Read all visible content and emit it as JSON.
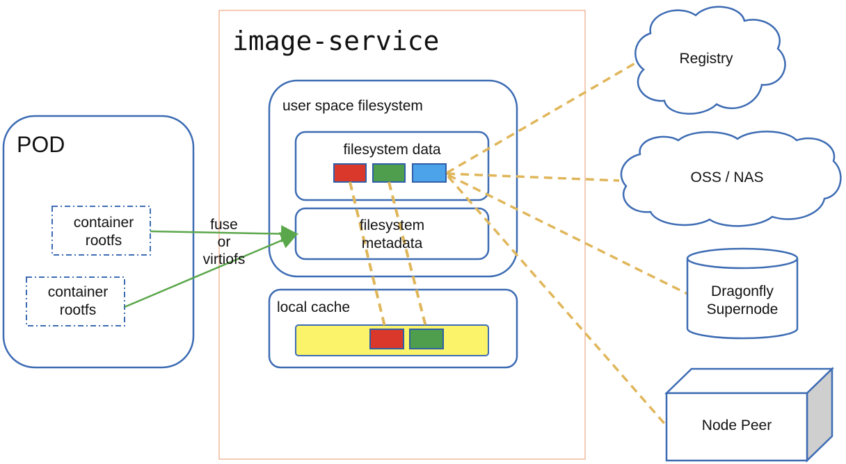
{
  "pod": {
    "title": "POD",
    "rootfs_1": [
      "container",
      "rootfs"
    ],
    "rootfs_2": [
      "container",
      "rootfs"
    ]
  },
  "connector_label": [
    "fuse",
    "or",
    "virtiofs"
  ],
  "image_service": {
    "title": "image-service",
    "user_space_fs": {
      "title": "user space filesystem",
      "data_title": "filesystem data",
      "metadata_title": [
        "filesystem",
        "metadata"
      ]
    },
    "local_cache": {
      "title": "local cache"
    }
  },
  "backends": {
    "registry": "Registry",
    "oss_nas": "OSS / NAS",
    "dragonfly": [
      "Dragonfly",
      "Supernode"
    ],
    "node_peer": "Node Peer"
  },
  "colors": {
    "box_stroke": "#3c6bb3",
    "image_service_border": "#f0b89a",
    "green_arrow": "#5aa64a",
    "dashed_link": "#e0b65a",
    "block_red": "#d9382b",
    "block_green": "#4e9e4e",
    "block_blue": "#4da3ea",
    "cache_bar": "#fbf36a"
  }
}
